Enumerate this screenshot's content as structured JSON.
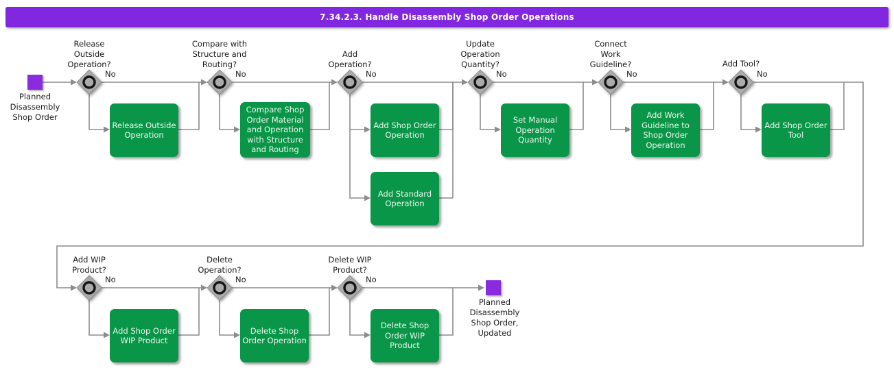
{
  "header": {
    "title": "7.34.2.3. Handle Disassembly Shop Order Operations"
  },
  "colors": {
    "header_purple": "#8227e0",
    "event_purple": "#8a2be2",
    "activity_green": "#0a9648",
    "connector_gray": "#8c8c8c",
    "diamond_gray": "#ababab"
  },
  "start": {
    "label": "Planned\nDisassembly\nShop Order"
  },
  "end": {
    "label": "Planned\nDisassembly\nShop Order,\nUpdated"
  },
  "decisions": [
    {
      "question": "Release\nOutside\nOperation?",
      "no": "No"
    },
    {
      "question": "Compare with\nStructure and\nRouting?",
      "no": "No"
    },
    {
      "question": "Add\nOperation?",
      "no": "No"
    },
    {
      "question": "Update\nOperation\nQuantity?",
      "no": "No"
    },
    {
      "question": "Connect\nWork\nGuideline?",
      "no": "No"
    },
    {
      "question": "Add Tool?",
      "no": "No"
    },
    {
      "question": "Add WIP\nProduct?",
      "no": "No"
    },
    {
      "question": "Delete\nOperation?",
      "no": "No"
    },
    {
      "question": "Delete WIP\nProduct?",
      "no": "No"
    }
  ],
  "activities": [
    {
      "label": "Release Outside\nOperation"
    },
    {
      "label": "Compare Shop\nOrder Material\nand Operation\nwith Structure\nand Routing"
    },
    {
      "label": "Add Shop Order\nOperation"
    },
    {
      "label": "Add Standard\nOperation"
    },
    {
      "label": "Set Manual\nOperation\nQuantity"
    },
    {
      "label": "Add Work\nGuideline to\nShop Order\nOperation"
    },
    {
      "label": "Add Shop Order\nTool"
    },
    {
      "label": "Add Shop Order\nWIP Product"
    },
    {
      "label": "Delete Shop\nOrder Operation"
    },
    {
      "label": "Delete Shop\nOrder WIP\nProduct"
    }
  ]
}
